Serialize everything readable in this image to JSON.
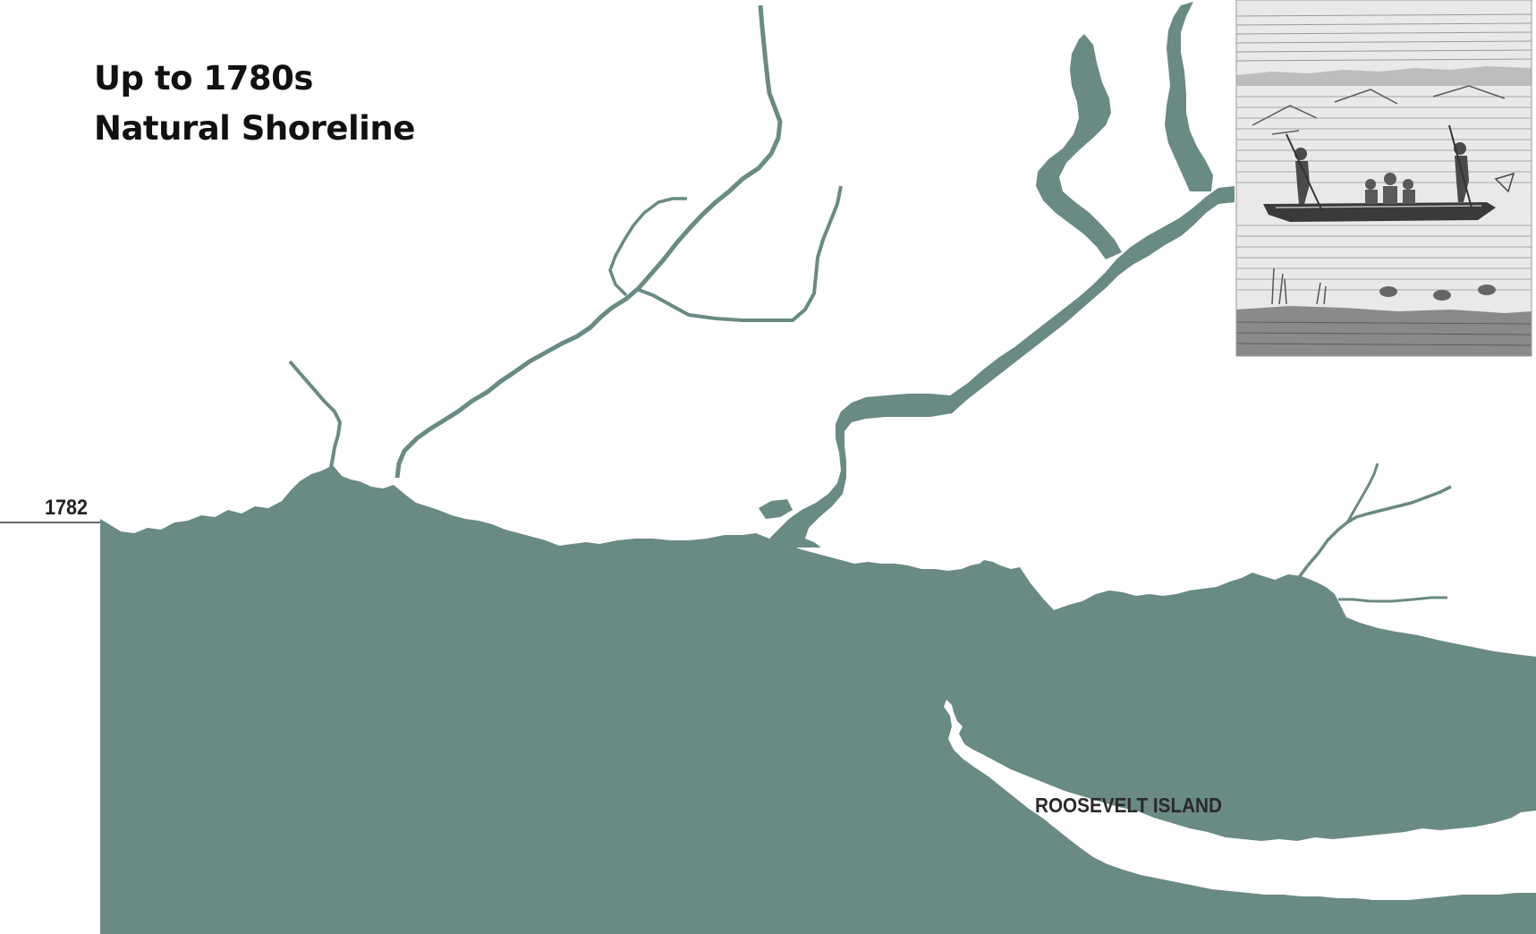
{
  "title": {
    "line1": "Up to 1780s",
    "line2": "Natural Shoreline"
  },
  "shoreline_year_label": "1782",
  "island_label": "ROOSEVELT ISLAND",
  "colors": {
    "water": "#6a8a84",
    "land": "#ffffff",
    "text": "#111111"
  },
  "inset_illustration": "engraving of figures fishing from a dugout canoe"
}
